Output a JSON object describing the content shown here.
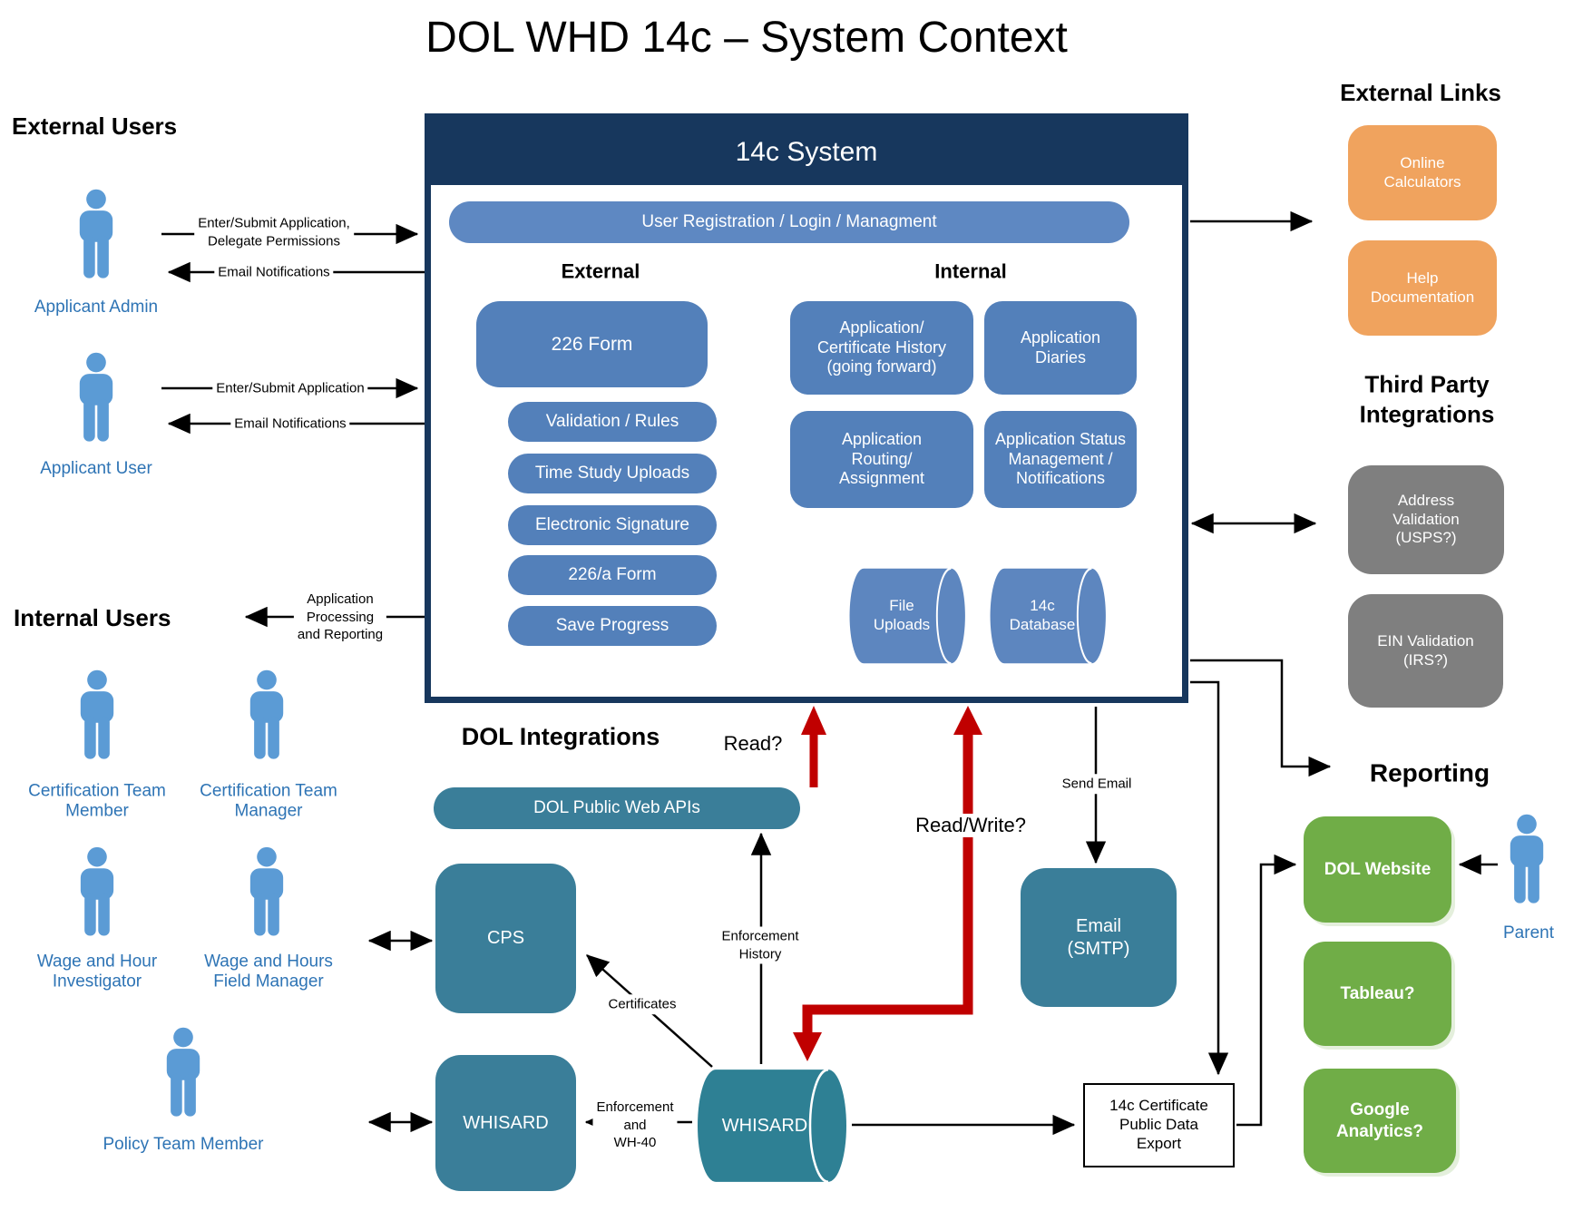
{
  "title": "DOL WHD 14c – System Context",
  "colors": {
    "navy": "#17375D",
    "blue_pill": "#5380BA",
    "blue_pill_light": "#5E88C2",
    "teal": "#3A7E99",
    "teal_cylinder": "#2E8094",
    "orange": "#F0A35E",
    "gray": "#7F7F7F",
    "green": "#70AD47",
    "red_arrow": "#C00000",
    "person_blue": "#5B9BD5",
    "actor_text": "#2E74B5"
  },
  "external_users": {
    "heading": "External Users",
    "applicant_admin": "Applicant Admin",
    "applicant_user": "Applicant User",
    "flow_submit_delegate": "Enter/Submit Application,\nDelegate Permissions",
    "flow_email": "Email Notifications",
    "flow_submit": "Enter/Submit Application"
  },
  "internal_users": {
    "heading": "Internal Users",
    "flow_processing": "Application\nProcessing\nand Reporting",
    "actors": [
      "Certification Team\nMember",
      "Certification Team\nManager",
      "Wage and Hour\nInvestigator",
      "Wage and Hours\nField Manager",
      "Policy Team Member"
    ]
  },
  "system": {
    "title": "14c System",
    "user_registration": "User Registration / Login / Managment",
    "external_heading": "External",
    "internal_heading": "Internal",
    "form_226": "226 Form",
    "sub_items": [
      "Validation / Rules",
      "Time Study Uploads",
      "Electronic Signature",
      "226/a Form",
      "Save Progress"
    ],
    "internal_boxes": [
      "Application/\nCertificate History\n(going forward)",
      "Application\nDiaries",
      "Application\nRouting/\nAssignment",
      "Application Status\nManagement /\nNotifications"
    ],
    "datastores": [
      "File\nUploads",
      "14c\nDatabase"
    ]
  },
  "external_links": {
    "heading": "External Links",
    "items": [
      "Online\nCalculators",
      "Help\nDocumentation"
    ]
  },
  "third_party": {
    "heading": "Third Party\nIntegrations",
    "items": [
      "Address\nValidation\n(USPS?)",
      "EIN Validation\n(IRS?)"
    ]
  },
  "reporting": {
    "heading": "Reporting",
    "items": [
      "DOL Website",
      "Tableau?",
      "Google\nAnalytics?"
    ],
    "parent": "Parent"
  },
  "dol_integrations": {
    "heading": "DOL Integrations",
    "api_pill": "DOL Public Web APIs",
    "cps": "CPS",
    "whisard_box": "WHISARD",
    "whisard_db": "WHISARD",
    "email_box": "Email\n(SMTP)",
    "export_box": "14c Certificate\nPublic Data\nExport",
    "flow_read": "Read?",
    "flow_read_write": "Read/Write?",
    "flow_send_email": "Send Email",
    "flow_enforcement_history": "Enforcement\nHistory",
    "flow_certificates": "Certificates",
    "flow_enforcement_wh40": "Enforcement\nand\nWH-40"
  }
}
